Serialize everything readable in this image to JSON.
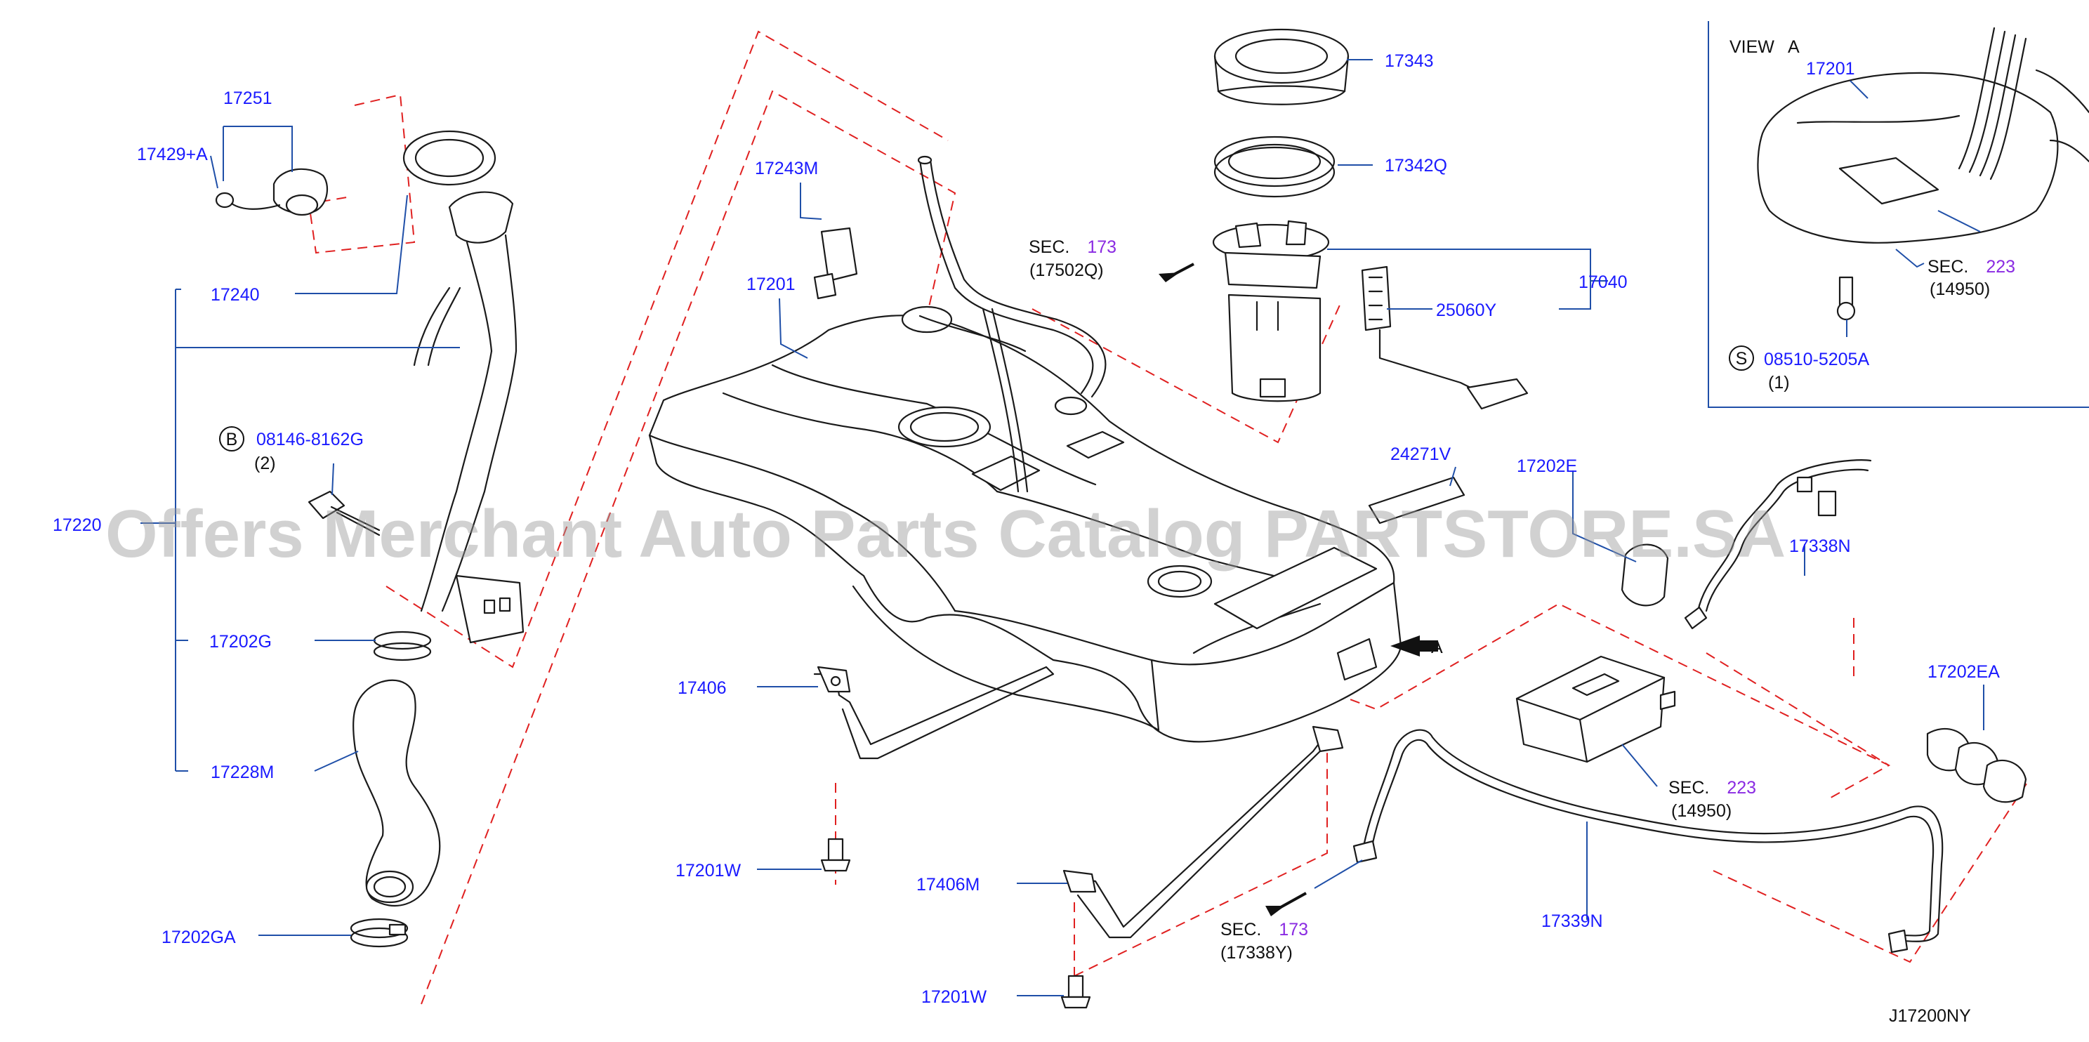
{
  "labels": {
    "l17251": "17251",
    "l17429A": "17429+A",
    "l17240": "17240",
    "l08146": "08146-8162G",
    "l08146qty": "(2)",
    "l17220": "17220",
    "l17202G": "17202G",
    "l17228M": "17228M",
    "l17202GA": "17202GA",
    "l17243M": "17243M",
    "l17201a": "17201",
    "l17343": "17343",
    "l17342Q": "17342Q",
    "l17040": "17040",
    "l25060Y": "25060Y",
    "l24271V": "24271V",
    "l17202E": "17202E",
    "l17338N": "17338N",
    "l17406": "17406",
    "l17201W_a": "17201W",
    "l17406M": "17406M",
    "l17201W_b": "17201W",
    "l17339N": "17339N",
    "l17202EA": "17202EA",
    "l17201b": "17201",
    "l08510": "08510-5205A",
    "l08510qty": "(1)"
  },
  "sec_refs": {
    "pump": {
      "prefix": "SEC.",
      "num": "173",
      "sub": "(17502Q)"
    },
    "vent": {
      "prefix": "SEC.",
      "num": "173",
      "sub": "(17338Y)"
    },
    "canister": {
      "prefix": "SEC.",
      "num": "223",
      "sub": "(14950)"
    },
    "view": {
      "prefix": "SEC.",
      "num": "223",
      "sub": "(14950)"
    }
  },
  "markers": {
    "b": "B",
    "s": "S"
  },
  "view": {
    "title": "VIEW",
    "letter": "A",
    "arrow_label": "A"
  },
  "diagram_code": "J17200NY",
  "watermark": "Offers Merchant Auto Parts Catalog PARTSTORE.SA",
  "colors": {
    "part_number": "#1a1aff",
    "section_number": "#8a2be2",
    "phantom_line": "#e02020",
    "leader": "#1f4fa8"
  }
}
